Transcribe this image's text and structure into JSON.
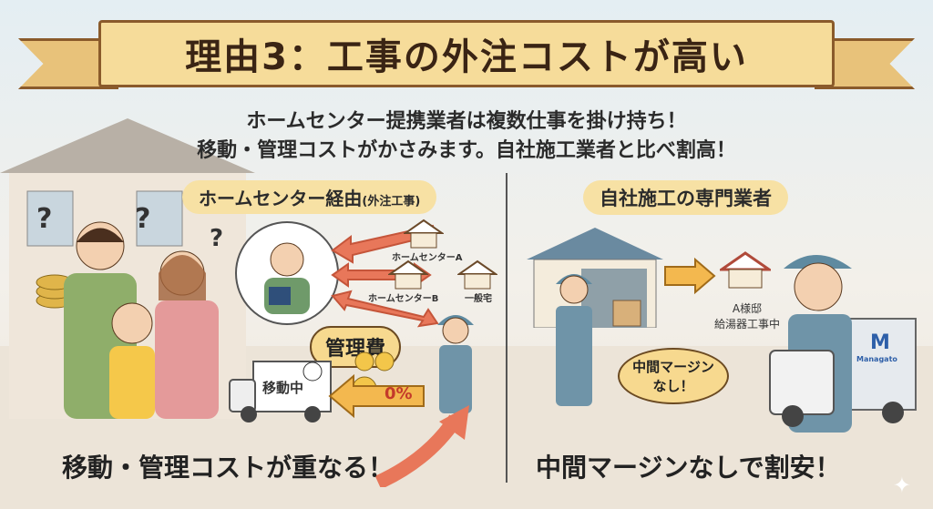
{
  "title": "理由3：工事の外注コストが高い",
  "subtitle": [
    "ホームセンター提携業者は複数仕事を掛け持ち！",
    "移動・管理コストがかさみます。自社施工業者と比べ割高！"
  ],
  "left": {
    "heading": "ホームセンター経由",
    "heading_note": "(外注工事)",
    "houses": [
      "ホームセンターA",
      "ホームセンターB",
      "一般宅"
    ],
    "management_fee": "管理費",
    "truck_label": "移動中",
    "percent": "0%",
    "bottom": "移動・管理コストが重なる！"
  },
  "right": {
    "heading": "自社施工の専門業者",
    "house_label": [
      "A様邸",
      "給湯器工事中"
    ],
    "bubble": [
      "中間マージン",
      "なし！"
    ],
    "truck_logo": "Managato",
    "bottom": "中間マージンなしで割安！"
  },
  "colors": {
    "banner": "#f6dc9a",
    "arrow": "#e8775a",
    "accent_arrow": "#f3b84f"
  }
}
